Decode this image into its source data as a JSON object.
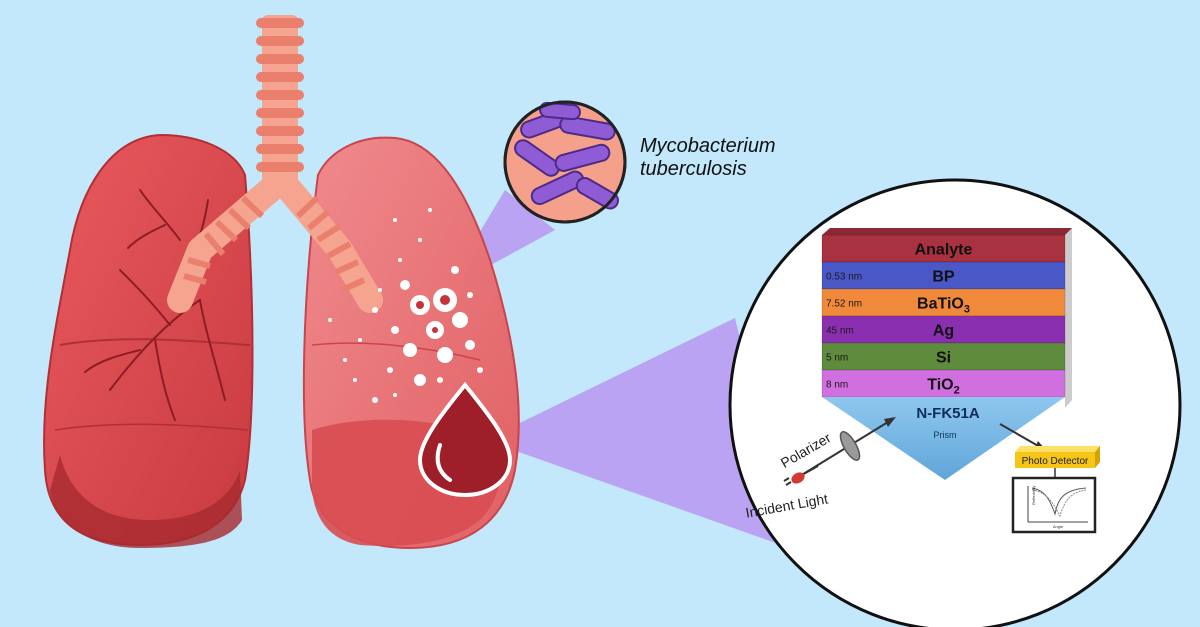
{
  "background_color": "#c3e7fb",
  "beam_color": "#b88cf0",
  "bacterium_label": {
    "line1": "Mycobacterium",
    "line2": "tuberculosis"
  },
  "sensor": {
    "layers": [
      {
        "label": "Analyte",
        "thickness": "",
        "color": "#a8323f"
      },
      {
        "label": "BP",
        "thickness": "0.53 nm",
        "color": "#4a57c6"
      },
      {
        "label": "BaTiO",
        "sub": "3",
        "thickness": "7.52 nm",
        "color": "#f08a3a"
      },
      {
        "label": "Ag",
        "thickness": "45 nm",
        "color": "#8a2fb0"
      },
      {
        "label": "Si",
        "thickness": "5 nm",
        "color": "#5e8b3c"
      },
      {
        "label": "TiO",
        "sub": "2",
        "thickness": "8 nm",
        "color": "#cf6fe0"
      }
    ],
    "prism_label": "N-FK51A",
    "prism_caption": "Prism",
    "polarizer_label": "Polarizer",
    "incident_light_label": "Incident Light",
    "detector_label": "Photo Detector",
    "plot_ylabel": "Reflectivity",
    "plot_xlabel": "Angle"
  },
  "icons": [
    "lungs-illustration",
    "bacteria-magnifier",
    "blood-drop",
    "light-source-plug",
    "polarizer-disc",
    "detector-box",
    "monitor-plot"
  ]
}
